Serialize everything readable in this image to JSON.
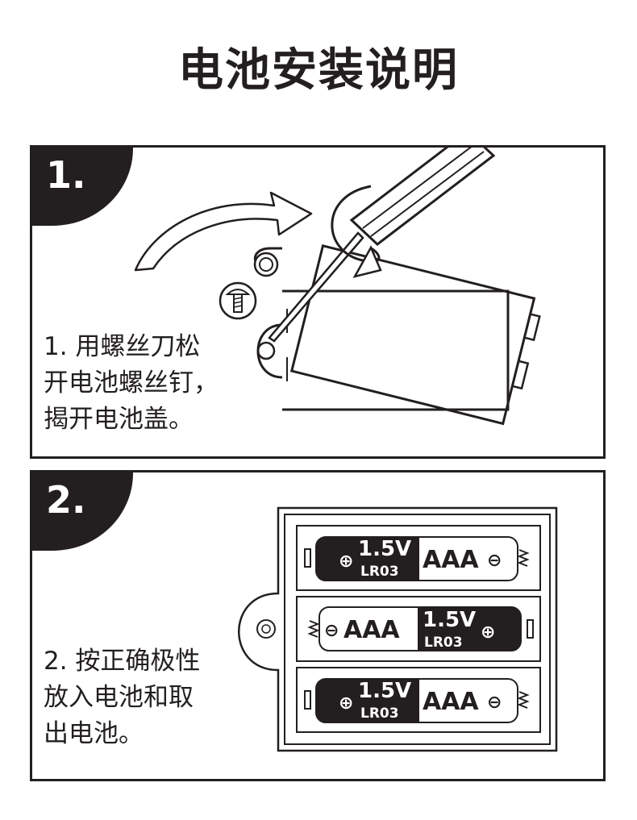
{
  "title": "电池安装说明",
  "steps": [
    {
      "number": "1.",
      "lines": [
        "1. 用螺丝刀松",
        "开电池螺丝钉，",
        "揭开电池盖。"
      ]
    },
    {
      "number": "2.",
      "lines": [
        "2. 按正确极性",
        "放入电池和取",
        "出电池。"
      ]
    }
  ],
  "batteries": [
    {
      "voltage": "1.5V",
      "model": "LR03",
      "size": "AAA",
      "plus": "⊕",
      "minus": "⊖"
    },
    {
      "voltage": "1.5V",
      "model": "LR03",
      "size": "AAA",
      "plus": "⊕",
      "minus": "⊖"
    },
    {
      "voltage": "1.5V",
      "model": "LR03",
      "size": "AAA",
      "plus": "⊕",
      "minus": "⊖"
    }
  ],
  "colors": {
    "ink": "#231f20",
    "paper": "#ffffff"
  }
}
